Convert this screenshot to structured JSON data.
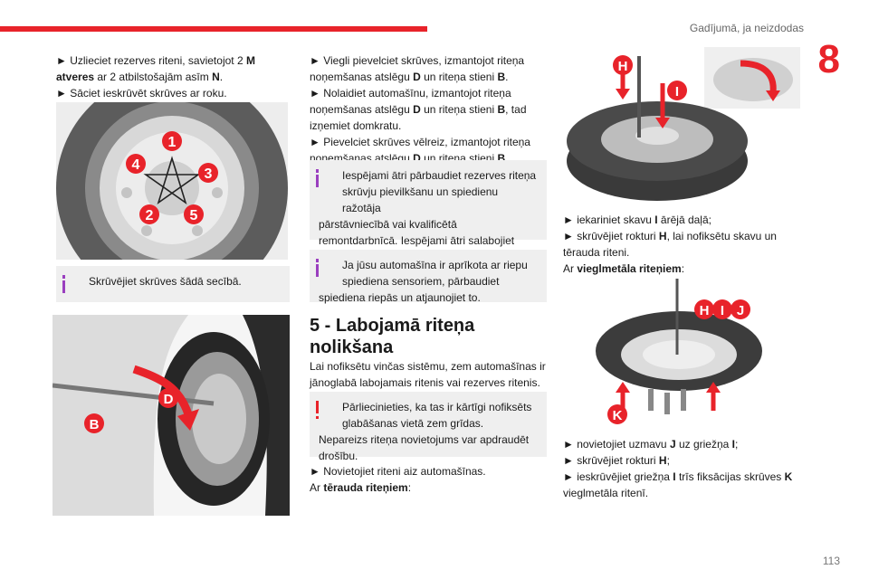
{
  "header": {
    "section_title": "Gadījumā, ja neizdodas",
    "chapter_number": "8",
    "page_number": "113"
  },
  "col1": {
    "step1_text1": "► Uzlieciet rezerves riteni, savietojot 2 ",
    "step1_bold1": "M",
    "step1_bold2": "atveres",
    "step1_text2": " ar 2 atbilstošajām asīm ",
    "step1_bold3": "N",
    "step1_text3": ".",
    "step2": "► Sāciet ieskrūvēt skrūves ar roku.",
    "figure1_labels": [
      "1",
      "2",
      "3",
      "4",
      "5"
    ],
    "note1": "Skrūvējiet skrūves šādā secībā.",
    "figure2_labels": [
      "B",
      "D"
    ]
  },
  "col2": {
    "p1_a": "► Viegli pievelciet skrūves, izmantojot riteņa noņemšanas atslēgu ",
    "p1_b": "D",
    "p1_c": " un riteņa stieni ",
    "p1_d": "B",
    "p1_e": ".",
    "p2_a": "► Nolaidiet automašīnu, izmantojot riteņa noņemšanas atslēgu ",
    "p2_b": "D",
    "p2_c": " un riteņa stieni ",
    "p2_d": "B",
    "p2_e": ", tad izņemiet domkratu.",
    "p3_a": "► Pievelciet skrūves vēlreiz, izmantojot riteņa noņemšanas atslēgu ",
    "p3_b": "D",
    "p3_c": " un riteņa stieni ",
    "p3_d": "B",
    "p3_e": ".",
    "note2_l1": "Iespējami ātri pārbaudiet rezerves riteņa",
    "note2_l2": "skrūvju pievilkšanu un spiedienu ražotāja",
    "note2_rest": "pārstāvniecībā vai kvalificētā remontdarbnīcā. Iespējami ātri salabojiet bojāto riteni un uzstādiet to atpakaļ.",
    "note3_l1": "Ja jūsu automašīna ir aprīkota ar riepu",
    "note3_l2": "spiediena sensoriem, pārbaudiet",
    "note3_rest": "spiediena riepās un atjaunojiet to.",
    "heading": "5 - Labojamā riteņa nolikšana",
    "p4": "Lai nofiksētu vinčas sistēmu, zem automašīnas ir jānoglabā labojamais ritenis vai rezerves ritenis.",
    "warn_l1": "Pārliecinieties, ka tas ir kārtīgi nofiksēts",
    "warn_l2": "glabāšanas vietā zem grīdas.",
    "warn_rest": "Nepareizs riteņa novietojums var apdraudēt drošību.",
    "p5": "► Novietojiet riteni aiz automašīnas.",
    "p6_a": "Ar ",
    "p6_b": "tērauda riteņiem",
    "p6_c": ":"
  },
  "col3": {
    "figure3_labels": [
      "H",
      "I"
    ],
    "s1_a": "► iekariniet skavu ",
    "s1_b": "I",
    "s1_c": " ārējā daļā;",
    "s2_a": "► skrūvējiet rokturi ",
    "s2_b": "H",
    "s2_c": ", lai nofiksētu skavu un tērauda riteni.",
    "s3_a": "Ar ",
    "s3_b": "vieglmetāla riteņiem",
    "s3_c": ":",
    "figure4_labels": [
      "H",
      "I",
      "J",
      "K"
    ],
    "t1_a": "► novietojiet uzmavu ",
    "t1_b": "J",
    "t1_c": " uz griežņa ",
    "t1_d": "I",
    "t1_e": ";",
    "t2_a": "► skrūvējiet rokturi ",
    "t2_b": "H",
    "t2_c": ";",
    "t3_a": "► ieskrūvējiet griežņa ",
    "t3_b": "I",
    "t3_c": " trīs fiksācijas skrūves ",
    "t3_d": "K",
    "t3_e": " vieglmetāla ritenī."
  },
  "colors": {
    "accent_red": "#e8232a",
    "info_purple": "#9a3fbf",
    "note_bg": "#efefef"
  }
}
